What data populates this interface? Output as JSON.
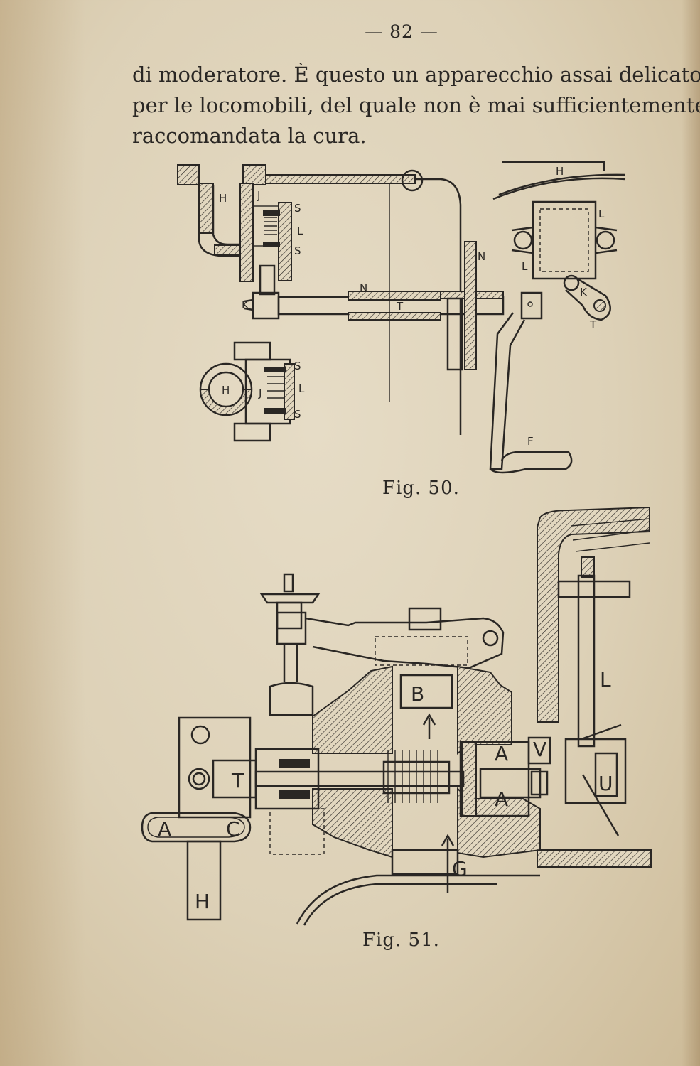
{
  "page": {
    "number": "— 82 —",
    "paragraph_lines": [
      "di moderatore. È questo un apparecchio assai delicato",
      "per le locomobili, del quale non è mai sufficientemente",
      "raccomandata la cura."
    ]
  },
  "fig50": {
    "caption": "Fig. 50.",
    "labels": {
      "H": "H",
      "J": "J",
      "S": "S",
      "L": "L",
      "K": "K",
      "N": "N",
      "T": "T",
      "F": "F"
    }
  },
  "fig51": {
    "caption": "Fig. 51.",
    "labels": {
      "B": "B",
      "A": "A",
      "V": "V",
      "U": "U",
      "L": "L",
      "T": "T",
      "C": "C",
      "G": "G",
      "H": "H"
    }
  },
  "colors": {
    "ink": "#2a2724",
    "paper": "#e2d7bf"
  }
}
